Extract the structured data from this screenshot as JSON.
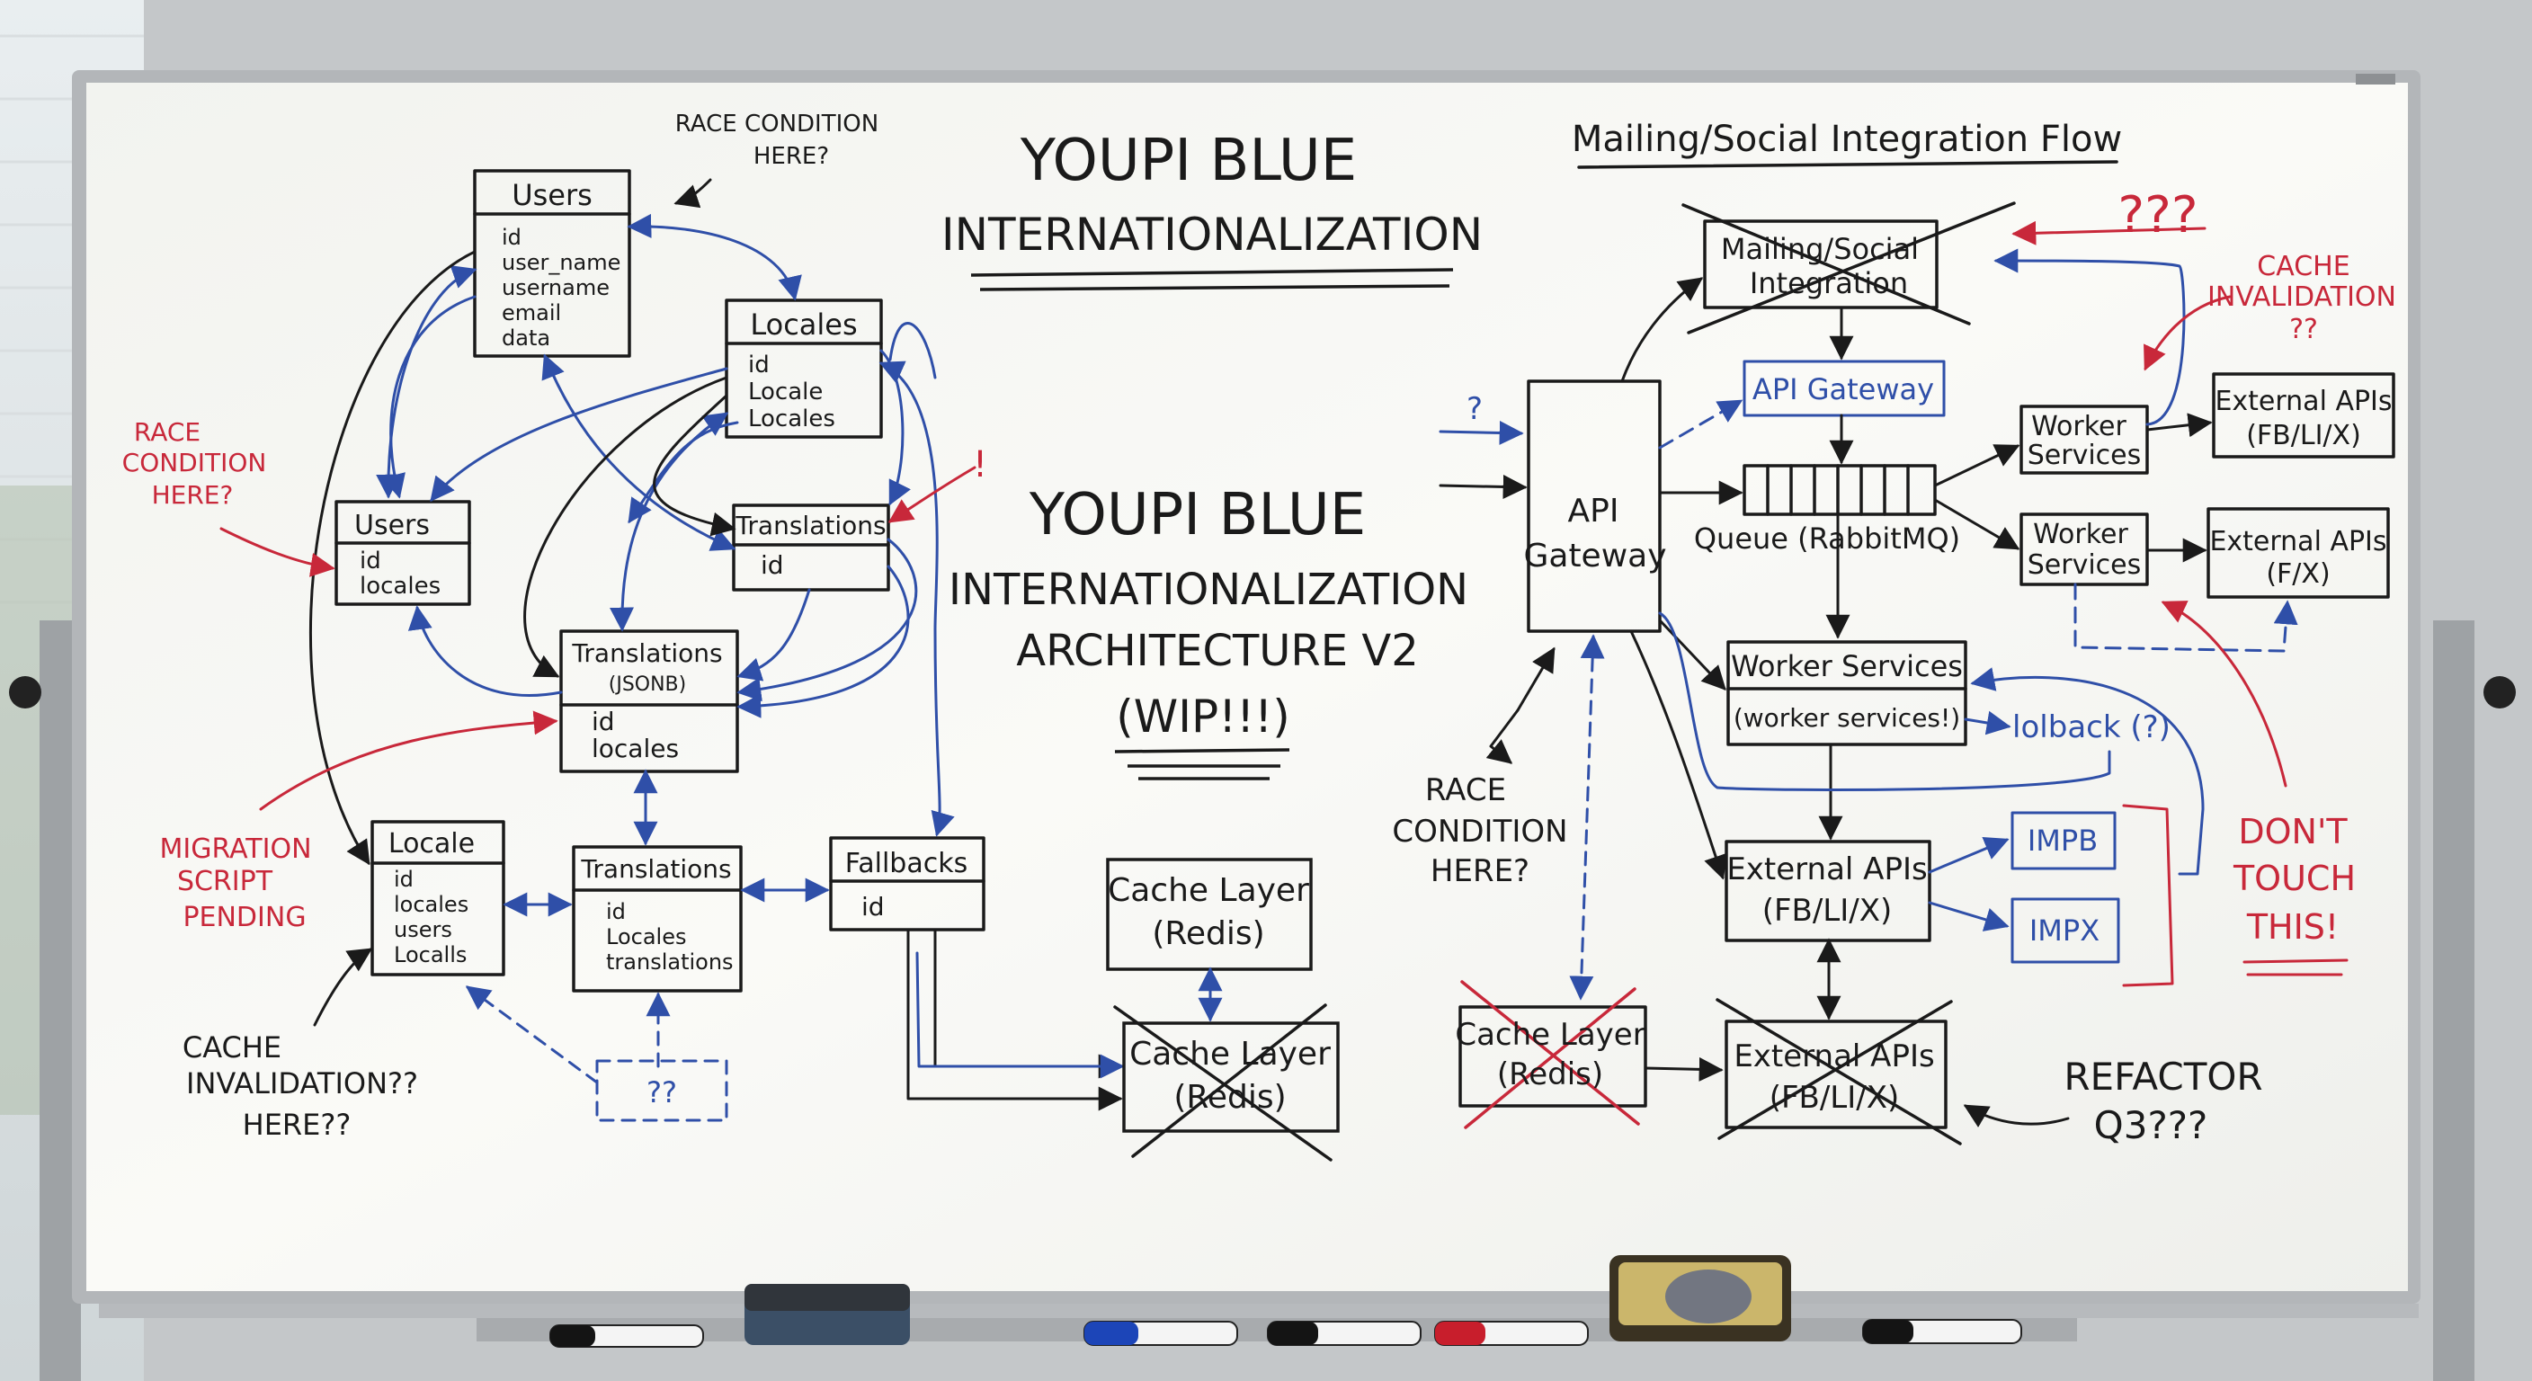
{
  "titles": {
    "top_line1": "YOUPI BLUE",
    "top_line2": "INTERNATIONALIZATION",
    "center_line1": "YOUPI BLUE",
    "center_line2": "INTERNATIONALIZATION",
    "center_line3": "ARCHITECTURE V2",
    "center_line4": "(WIP!!!)",
    "right_heading": "Mailing/Social Integration Flow"
  },
  "tables": {
    "users_top": {
      "name": "Users",
      "fields": [
        "id",
        "user_name",
        "username",
        "email",
        "data"
      ]
    },
    "locales_top": {
      "name": "Locales",
      "fields": [
        "id",
        "Locale",
        "Locales"
      ]
    },
    "users_left": {
      "name": "Users",
      "fields": [
        "id",
        "locales"
      ]
    },
    "translations_mid": {
      "name": "Translations",
      "fields": [
        "id"
      ]
    },
    "translations_jsonb": {
      "name": "Translations",
      "subtitle": "(JSONB)",
      "fields": [
        "id",
        "locales"
      ]
    },
    "locale_bottom": {
      "name": "Locale",
      "fields": [
        "id",
        "locales",
        "users",
        "Localls"
      ]
    },
    "translations_bottom": {
      "name": "Translations",
      "fields": [
        "id",
        "Locales",
        "translations"
      ]
    },
    "fallbacks": {
      "name": "Fallbacks",
      "fields": [
        "id"
      ]
    }
  },
  "left_notes": {
    "race_top_1": "RACE CONDITION",
    "race_top_2": "HERE?",
    "race_left_1": "RACE",
    "race_left_2": "CONDITION",
    "race_left_3": "HERE?",
    "migration_1": "MIGRATION",
    "migration_2": "SCRIPT",
    "migration_3": "PENDING",
    "cache_inv_1": "CACHE",
    "cache_inv_2": "INVALIDATION??",
    "cache_inv_3": "HERE??",
    "exclaim": "!",
    "qq_box": "??"
  },
  "center_boxes": {
    "cache_layer_1": "Cache Layer",
    "cache_layer_2": "(Redis)",
    "cache_layer_x_1": "Cache Layer",
    "cache_layer_x_2": "(Redis)"
  },
  "right_flow": {
    "mailing_social_1": "Mailing/Social",
    "mailing_social_2": "Integration",
    "qqq": "???",
    "cache_inv_1": "CACHE",
    "cache_inv_2": "INVALIDATION",
    "cache_inv_3": "??",
    "api_gateway_blue": "API Gateway",
    "api_gateway_1": "API",
    "api_gateway_2": "Gateway",
    "question": "?",
    "queue": "Queue (RabbitMQ)",
    "worker_1a": "Worker",
    "worker_1b": "Services",
    "worker_2a": "Worker",
    "worker_2b": "Services",
    "ext_1a": "External APIs",
    "ext_1b": "(FB/LI/X)",
    "ext_2a": "External APIs",
    "ext_2b": "(F/X)",
    "worker_main_1": "Worker Services",
    "worker_main_2": "(worker services!)",
    "lolback": "lolback (?)",
    "race_1": "RACE",
    "race_2": "CONDITION",
    "race_3": "HERE?",
    "ext_main_1": "External APIs",
    "ext_main_2": "(FB/LI/X)",
    "impb": "IMPB",
    "impx": "IMPX",
    "dont_1": "DON'T",
    "dont_2": "TOUCH",
    "dont_3": "THIS!",
    "cache_r_1": "Cache Layer",
    "cache_r_2": "(Redis)",
    "ext_x_1": "External APIs",
    "ext_x_2": "(FB/LI/X)",
    "refactor_1": "REFACTOR",
    "refactor_2": "Q3???"
  },
  "colors": {
    "ink_black": "#1a1a1a",
    "ink_blue": "#2f4fa8",
    "ink_red": "#c8283a",
    "board": "#f7f7f3",
    "frame": "#b9bcbf"
  }
}
